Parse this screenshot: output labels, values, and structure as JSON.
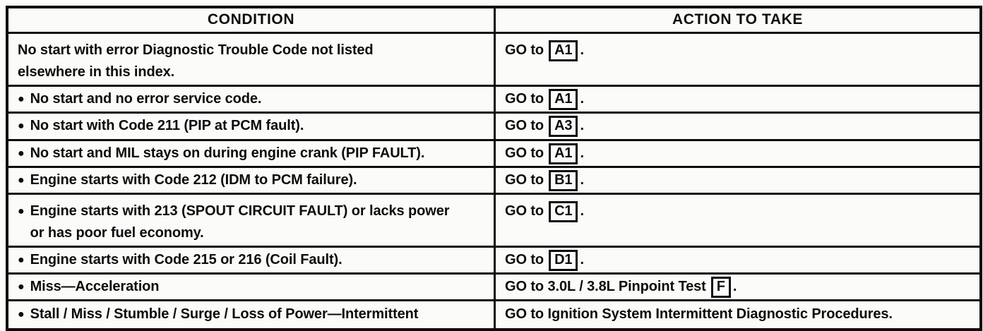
{
  "colors": {
    "ink": "#0c0c0c",
    "paper": "#fbfbf9"
  },
  "table": {
    "header": {
      "condition": "CONDITION",
      "action": "ACTION TO TAKE"
    },
    "rows": [
      {
        "condition": "No start with error Diagnostic Trouble Code not listed elsewhere in this index.",
        "action_prefix": "GO to",
        "action_box": "A1",
        "action_suffix": "."
      },
      {
        "bullet": "●",
        "condition": "No start and no error service code.",
        "action_prefix": "GO to",
        "action_box": "A1",
        "action_suffix": "."
      },
      {
        "bullet": "●",
        "condition": "No start with Code 211 (PIP at PCM fault).",
        "action_prefix": "GO to",
        "action_box": "A3",
        "action_suffix": "."
      },
      {
        "bullet": "●",
        "condition": "No start and MIL stays on during engine crank (PIP FAULT).",
        "action_prefix": "GO to",
        "action_box": "A1",
        "action_suffix": "."
      },
      {
        "bullet": "●",
        "condition": "Engine starts with Code 212 (IDM to PCM failure).",
        "action_prefix": "GO to",
        "action_box": "B1",
        "action_suffix": "."
      },
      {
        "bullet": "●",
        "condition": "Engine starts with 213 (SPOUT CIRCUIT FAULT) or lacks power or has poor fuel economy.",
        "action_prefix": "GO to",
        "action_box": "C1",
        "action_suffix": "."
      },
      {
        "bullet": "●",
        "condition": "Engine starts with Code 215 or 216 (Coil Fault).",
        "action_prefix": "GO to",
        "action_box": "D1",
        "action_suffix": "."
      },
      {
        "bullet": "●",
        "condition": "Miss—Acceleration",
        "action_prefix": "GO to 3.0L / 3.8L Pinpoint Test",
        "action_box": "F",
        "action_suffix": "."
      },
      {
        "bullet": "●",
        "condition": "Stall / Miss / Stumble / Surge / Loss of Power—Intermittent",
        "action_prefix": "GO to Ignition System Intermittent Diagnostic Procedures."
      }
    ]
  }
}
